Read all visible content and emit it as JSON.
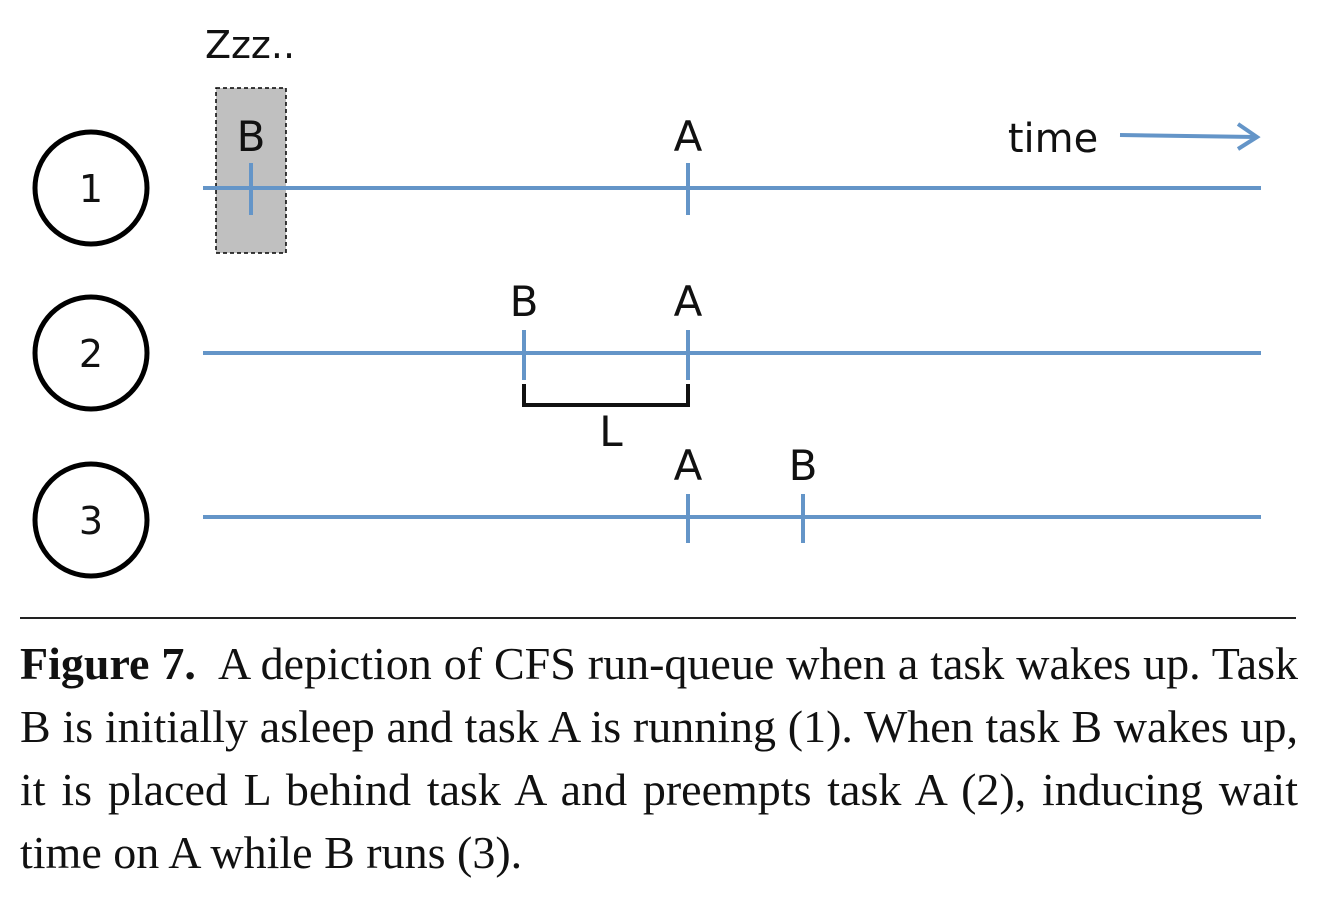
{
  "diagram": {
    "sleep_label": "Zzz..",
    "time_label": "time",
    "steps": [
      {
        "number": "1",
        "marker_a": "A",
        "marker_b": "B"
      },
      {
        "number": "2",
        "marker_a": "A",
        "marker_b": "B",
        "gap_label": "L"
      },
      {
        "number": "3",
        "marker_a": "A",
        "marker_b": "B"
      }
    ],
    "colors": {
      "timeline": "#6495c8",
      "sleep_box": "#c0c0c0",
      "outline": "#000000"
    }
  },
  "caption": {
    "figure_label": "Figure 7.",
    "text": "A depiction of CFS run-queue when a task wakes up. Task B is initially asleep and task A is running (1). When task B wakes up, it is placed L behind task A and preempts task A (2), inducing wait time on A while B runs (3)."
  }
}
